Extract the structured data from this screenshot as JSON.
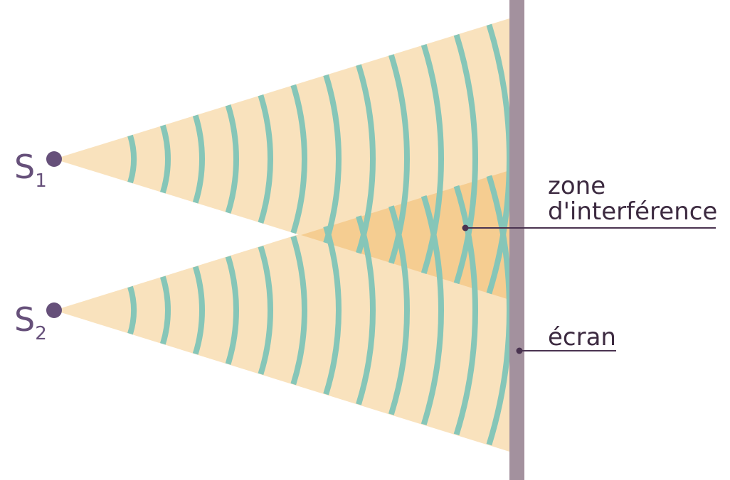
{
  "diagram": {
    "sources": [
      {
        "letter": "S",
        "index": "1"
      },
      {
        "letter": "S",
        "index": "2"
      }
    ],
    "labels": {
      "zone_line1": "zone",
      "zone_line2": "d'interférence",
      "screen": "écran"
    },
    "colors": {
      "beam": "#f9e2bd",
      "overlap": "#f5c98a",
      "wave": "#86c6b8",
      "screen": "#a3919e",
      "source": "#66507a",
      "leader": "#4a3350",
      "label": "#3c2a40"
    }
  }
}
